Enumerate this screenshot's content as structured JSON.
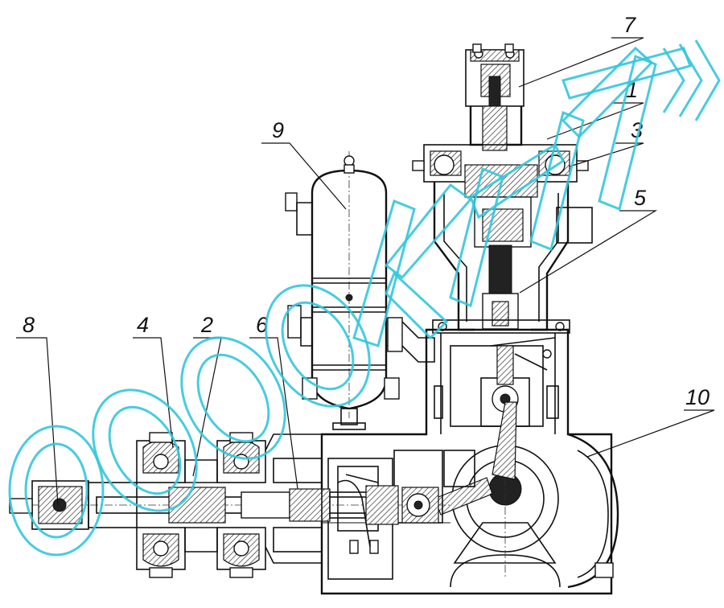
{
  "callouts": {
    "c1": "1",
    "c2": "2",
    "c3": "3",
    "c4": "4",
    "c5": "5",
    "c6": "6",
    "c7": "7",
    "c8": "8",
    "c9": "9",
    "c10": "10"
  },
  "watermark": {
    "color": "#33c6dc"
  },
  "colors": {
    "line": "#111111",
    "background": "#ffffff"
  }
}
